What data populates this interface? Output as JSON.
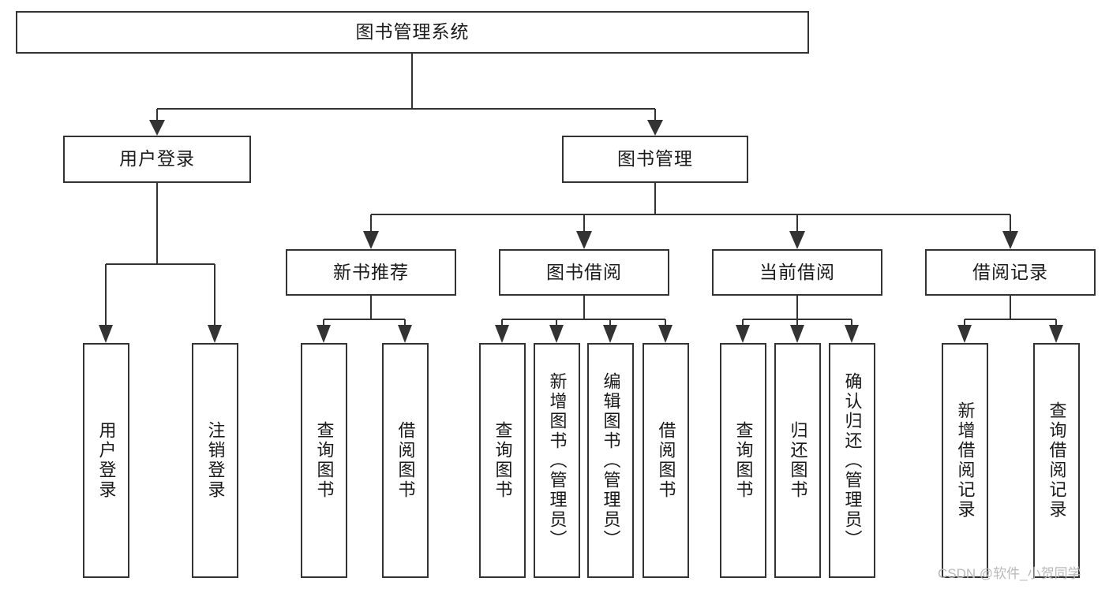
{
  "diagram": {
    "title": "图书管理系统",
    "type": "tree-hierarchy-chart",
    "root": {
      "label": "图书管理系统"
    },
    "level2": [
      {
        "label": "用户登录"
      },
      {
        "label": "图书管理"
      }
    ],
    "level3": [
      {
        "label": "新书推荐"
      },
      {
        "label": "图书借阅"
      },
      {
        "label": "当前借阅"
      },
      {
        "label": "借阅记录"
      }
    ],
    "leaves": {
      "user_login": [
        {
          "label": "用户登录"
        },
        {
          "label": "注销登录"
        }
      ],
      "new_book_recommend": [
        {
          "label": "查询图书"
        },
        {
          "label": "借阅图书"
        }
      ],
      "book_borrow": [
        {
          "label": "查询图书"
        },
        {
          "label": "新增图书（管理员）"
        },
        {
          "label": "编辑图书（管理员）"
        },
        {
          "label": "借阅图书"
        }
      ],
      "current_borrow": [
        {
          "label": "查询图书"
        },
        {
          "label": "归还图书"
        },
        {
          "label": "确认归还（管理员）"
        }
      ],
      "borrow_record": [
        {
          "label": "新增借阅记录"
        },
        {
          "label": "查询借阅记录"
        }
      ]
    }
  },
  "watermark": {
    "text": "CSDN @软件_小贺同学"
  },
  "colors": {
    "stroke": "#333333",
    "box_fill": "#ffffff",
    "text": "#1a1a1a",
    "watermark": "#b9b9b9",
    "background": "#ffffff"
  }
}
